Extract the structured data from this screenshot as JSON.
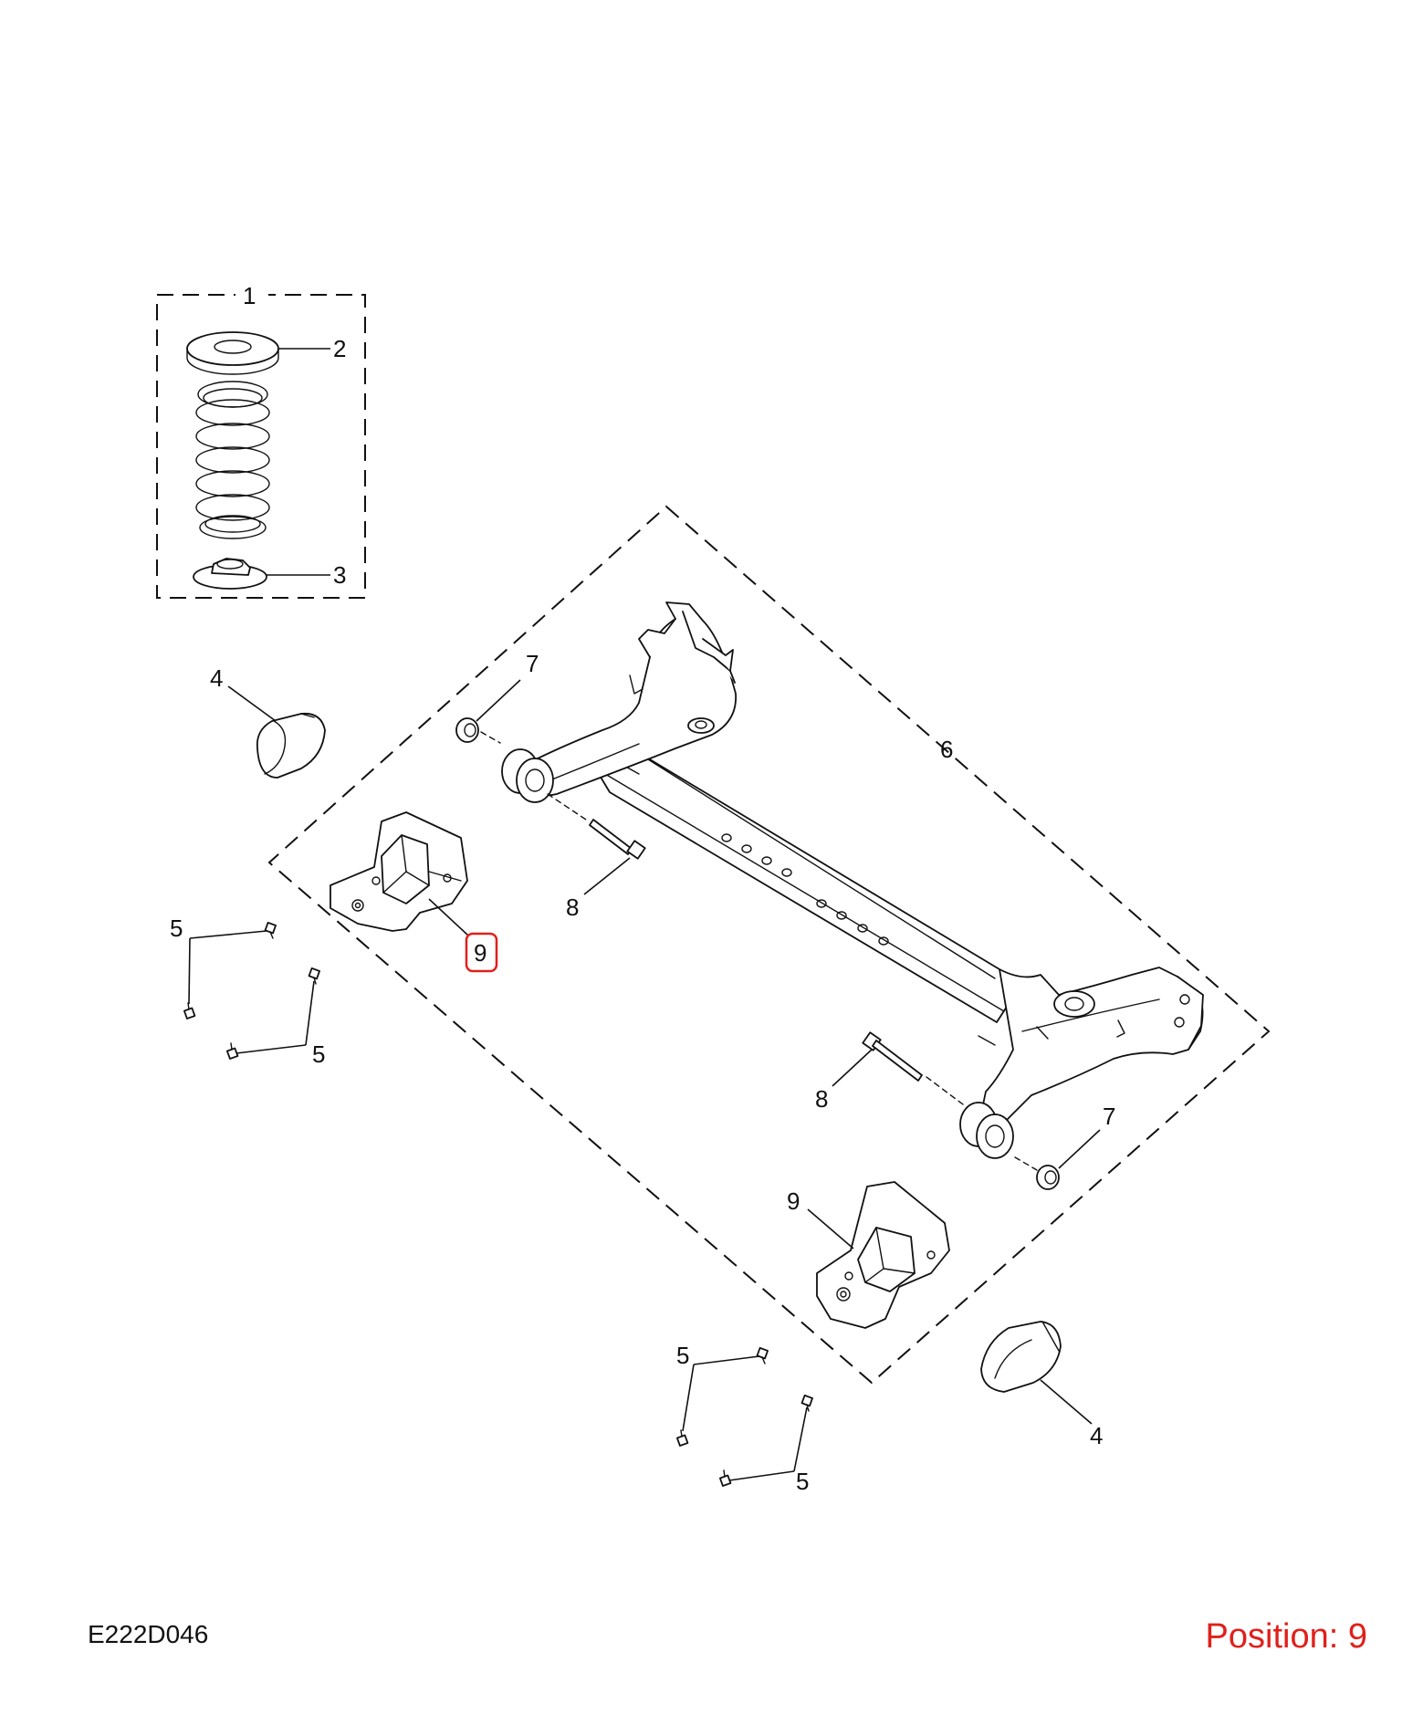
{
  "diagram_code": "E222D046",
  "position_label": "Position: 9",
  "highlight_color": "#e0201b",
  "highlighted_callout": "9",
  "callouts": {
    "c1": "1",
    "c2": "2",
    "c3": "3",
    "c4a": "4",
    "c4b": "4",
    "c5a": "5",
    "c5b": "5",
    "c5c": "5",
    "c5d": "5",
    "c6": "6",
    "c7a": "7",
    "c7b": "7",
    "c8a": "8",
    "c8b": "8",
    "c9a": "9",
    "c9b": "9"
  },
  "parts": [
    {
      "id": "spring-assembly",
      "icon": "coil-spring-icon"
    },
    {
      "id": "upper-spring-seat",
      "icon": "spring-seat-icon"
    },
    {
      "id": "lower-spring-seat",
      "icon": "spring-seat-icon"
    },
    {
      "id": "bump-stop",
      "icon": "bump-stop-icon"
    },
    {
      "id": "bolt-small",
      "icon": "bolt-icon"
    },
    {
      "id": "rear-axle-beam",
      "icon": "axle-beam-icon"
    },
    {
      "id": "nut",
      "icon": "nut-icon"
    },
    {
      "id": "bolt-long",
      "icon": "bolt-icon"
    },
    {
      "id": "mounting-bracket",
      "icon": "bracket-icon"
    }
  ]
}
